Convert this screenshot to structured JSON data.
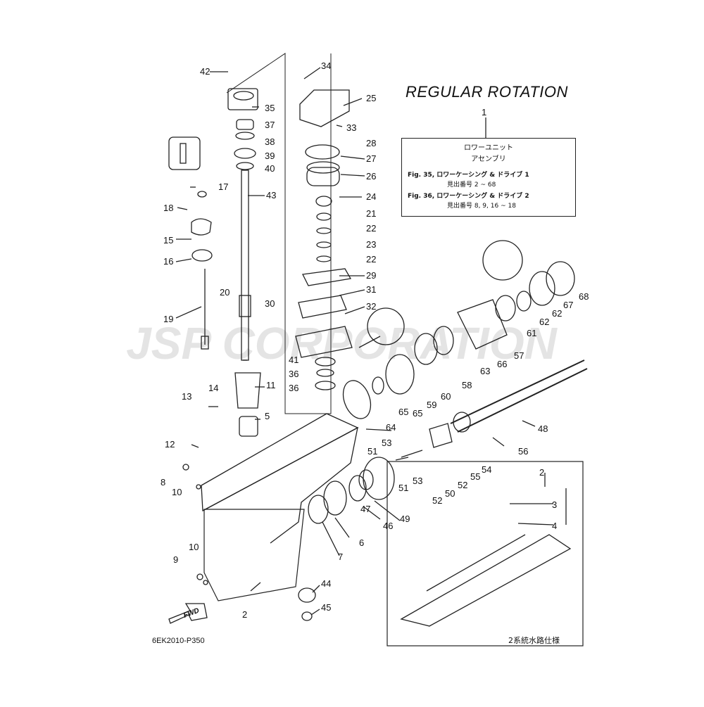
{
  "heading": "REGULAR ROTATION",
  "info_box": {
    "line1": "ロワーユニット",
    "line2": "アセンブリ",
    "fig35": "Fig. 35, ロワーケーシング & ドライブ 1",
    "fig35_sub": "見出番号 2 ~ 68",
    "fig36": "Fig. 36, ロワーケーシング & ドライブ 2",
    "fig36_sub": "見出番号 8, 9, 16 ~ 18"
  },
  "watermark": "JSP CORPORATION",
  "fwd_label": "FWD",
  "diagram_code": "6EK2010-P350",
  "variant_note": "2系統水路仕様",
  "callouts": [
    "42",
    "34",
    "35",
    "25",
    "37",
    "33",
    "38",
    "28",
    "39",
    "27",
    "40",
    "26",
    "17",
    "43",
    "24",
    "18",
    "21",
    "15",
    "22",
    "23",
    "16",
    "22",
    "29",
    "20",
    "30",
    "31",
    "19",
    "32",
    "41",
    "36",
    "36",
    "11",
    "14",
    "13",
    "5",
    "12",
    "8",
    "10",
    "10",
    "9",
    "2",
    "7",
    "6",
    "44",
    "45",
    "1",
    "2",
    "3",
    "4",
    "68",
    "67",
    "62",
    "62",
    "61",
    "57",
    "66",
    "63",
    "58",
    "60",
    "59",
    "65",
    "65",
    "64",
    "48",
    "53",
    "51",
    "51",
    "53",
    "52",
    "52",
    "50",
    "55",
    "54",
    "56",
    "47",
    "46",
    "49"
  ],
  "colors": {
    "line": "#222222",
    "watermark": "#e6e6e6",
    "background": "#ffffff"
  }
}
